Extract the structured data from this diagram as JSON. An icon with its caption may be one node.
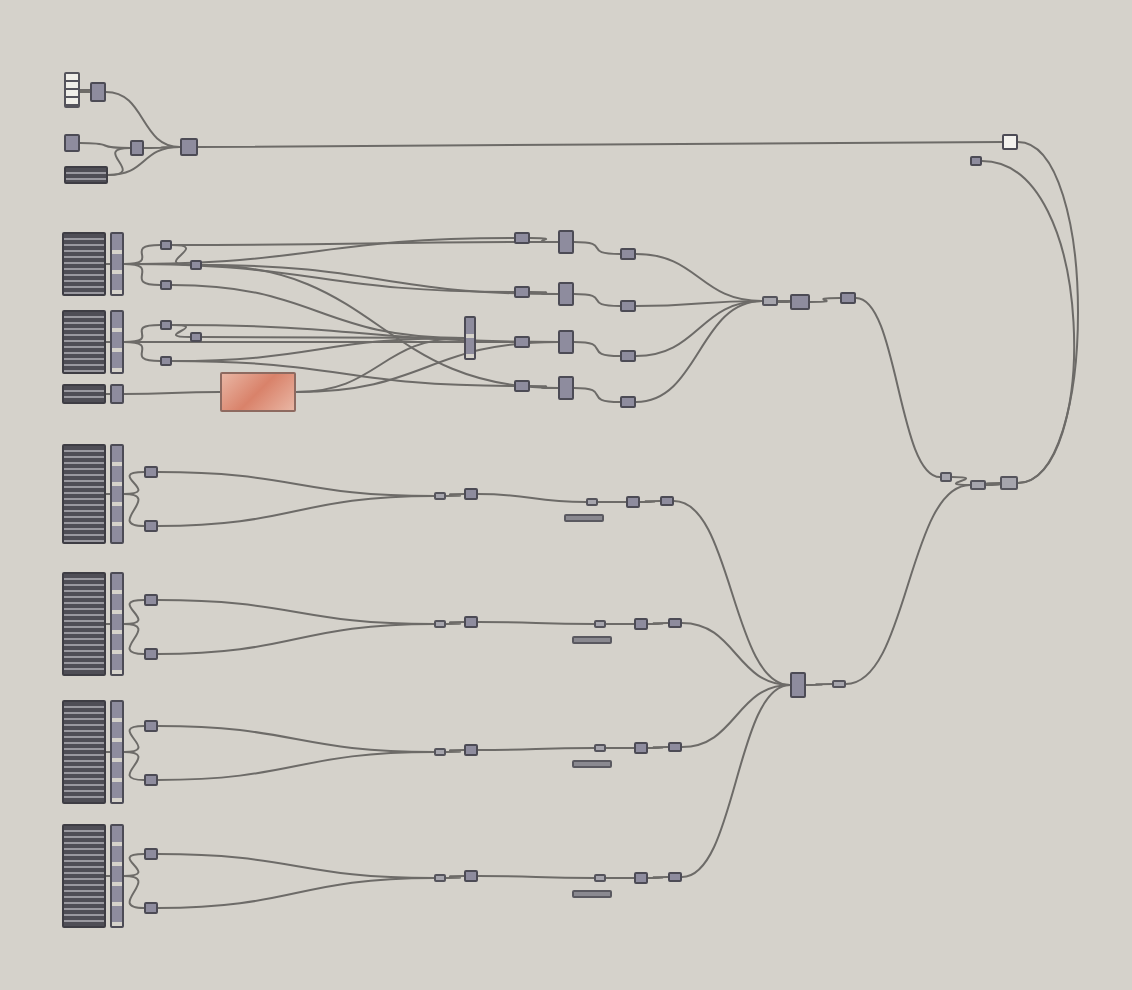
{
  "diagram": {
    "nodes": [
      {
        "text": [],
        "shape": "box"
      },
      {
        "text": [],
        "shape": "box"
      },
      {
        "text": [],
        "shape": "box"
      },
      {
        "text": [],
        "shape": "box"
      },
      {
        "text": [],
        "shape": "box"
      },
      {
        "text": [],
        "shape": "box"
      },
      {
        "text": [],
        "shape": "box"
      },
      {
        "text": [],
        "shape": "box"
      },
      {
        "text": [],
        "shape": "box"
      },
      {
        "text": [],
        "shape": "box"
      },
      {
        "text": [],
        "shape": "box"
      },
      {
        "text": [],
        "shape": "box"
      },
      {
        "text": [],
        "shape": "box"
      },
      {
        "text": [],
        "shape": "box"
      },
      {
        "text": [],
        "shape": "box"
      },
      {
        "text": [],
        "shape": "box"
      },
      {
        "text": [],
        "shape": "box"
      },
      {
        "text": [],
        "shape": "box"
      },
      {
        "text": [],
        "shape": "box"
      },
      {
        "text": [],
        "shape": "box"
      },
      {
        "text": [],
        "shape": "box"
      },
      {
        "text": [],
        "shape": "box"
      },
      {
        "text": [],
        "shape": "box"
      },
      {
        "text": [],
        "shape": "box"
      },
      {
        "text": [],
        "shape": "box"
      },
      {
        "text": [],
        "shape": "box"
      },
      {
        "text": [],
        "shape": "box"
      },
      {
        "text": [],
        "shape": "box"
      },
      {
        "text": [],
        "shape": "box"
      },
      {
        "text": [],
        "shape": "box"
      },
      {
        "text": [],
        "shape": "box"
      },
      {
        "text": [],
        "shape": "box"
      },
      {
        "text": [],
        "shape": "box"
      },
      {
        "text": [],
        "shape": "box"
      },
      {
        "text": [],
        "shape": "box"
      },
      {
        "text": [],
        "shape": "box"
      },
      {
        "text": [],
        "shape": "box"
      },
      {
        "text": [],
        "shape": "box"
      },
      {
        "text": [],
        "shape": "box"
      },
      {
        "text": [],
        "shape": "box"
      },
      {
        "text": [],
        "shape": "box"
      },
      {
        "text": [],
        "shape": "box"
      },
      {
        "text": [],
        "shape": "box"
      },
      {
        "text": [],
        "shape": "box"
      },
      {
        "text": [],
        "shape": "box"
      },
      {
        "text": [],
        "shape": "box"
      },
      {
        "text": [],
        "shape": "box"
      },
      {
        "text": [],
        "shape": "box"
      },
      {
        "text": [],
        "shape": "box"
      },
      {
        "text": [],
        "shape": "box"
      },
      {
        "text": [],
        "shape": "box"
      },
      {
        "text": [],
        "shape": "box"
      },
      {
        "text": [],
        "shape": "box"
      },
      {
        "text": [],
        "shape": "box"
      },
      {
        "text": [],
        "shape": "box"
      },
      {
        "text": [],
        "shape": "box"
      },
      {
        "text": [],
        "shape": "box"
      },
      {
        "text": [],
        "shape": "box"
      },
      {
        "text": [],
        "shape": "box"
      },
      {
        "text": [],
        "shape": "box"
      },
      {
        "text": [],
        "shape": "box"
      },
      {
        "text": [],
        "shape": "box"
      },
      {
        "text": [],
        "shape": "box"
      },
      {
        "text": [],
        "shape": "box"
      },
      {
        "text": [],
        "shape": "box"
      },
      {
        "text": [],
        "shape": "box"
      },
      {
        "text": [],
        "shape": "box"
      },
      {
        "text": [],
        "shape": "box"
      },
      {
        "text": [],
        "shape": "box"
      },
      {
        "text": [],
        "shape": "box"
      },
      {
        "text": [],
        "shape": "box"
      },
      {
        "text": [],
        "shape": "box"
      },
      {
        "text": [],
        "shape": "box"
      },
      {
        "text": [],
        "shape": "box"
      },
      {
        "text": [],
        "shape": "box"
      },
      {
        "text": [],
        "shape": "box"
      },
      {
        "text": [],
        "shape": "box"
      },
      {
        "text": [],
        "shape": "box"
      },
      {
        "text": [],
        "shape": "box"
      },
      {
        "text": [],
        "shape": "box"
      },
      {
        "text": [],
        "shape": "box"
      },
      {
        "text": [],
        "shape": "box"
      }
    ],
    "edges": [
      {
        "from": 0,
        "to": 1,
        "arrow": "none"
      },
      {
        "from": 1,
        "to": 5,
        "arrow": "none"
      },
      {
        "from": 2,
        "to": 4,
        "arrow": "none"
      },
      {
        "from": 3,
        "to": 4,
        "arrow": "none"
      },
      {
        "from": 3,
        "to": 5,
        "arrow": "none"
      },
      {
        "from": 4,
        "to": 5,
        "arrow": "none"
      },
      {
        "from": 5,
        "to": 6,
        "arrow": "none"
      },
      {
        "from": 8,
        "to": 11,
        "arrow": "none"
      },
      {
        "from": 9,
        "to": 12,
        "arrow": "none"
      },
      {
        "from": 10,
        "to": 13,
        "arrow": "none"
      },
      {
        "from": 11,
        "to": 14,
        "arrow": "none"
      },
      {
        "from": 11,
        "to": 15,
        "arrow": "none"
      },
      {
        "from": 12,
        "to": 16,
        "arrow": "none"
      },
      {
        "from": 12,
        "to": 17,
        "arrow": "none"
      },
      {
        "from": 13,
        "to": 20,
        "arrow": "none"
      },
      {
        "from": 14,
        "to": 18,
        "arrow": "none"
      },
      {
        "from": 16,
        "to": 19,
        "arrow": "none"
      },
      {
        "from": 11,
        "to": 22,
        "arrow": "none"
      },
      {
        "from": 11,
        "to": 25,
        "arrow": "none"
      },
      {
        "from": 18,
        "to": 26,
        "arrow": "none"
      },
      {
        "from": 15,
        "to": 21,
        "arrow": "none"
      },
      {
        "from": 19,
        "to": 21,
        "arrow": "none"
      },
      {
        "from": 12,
        "to": 28,
        "arrow": "none"
      },
      {
        "from": 17,
        "to": 31,
        "arrow": "none"
      },
      {
        "from": 20,
        "to": 29,
        "arrow": "none"
      },
      {
        "from": 20,
        "to": 21,
        "arrow": "none"
      },
      {
        "from": 18,
        "to": 32,
        "arrow": "none"
      },
      {
        "from": 16,
        "to": 29,
        "arrow": "none"
      },
      {
        "from": 14,
        "to": 23,
        "arrow": "none"
      },
      {
        "from": 17,
        "to": 21,
        "arrow": "none"
      },
      {
        "from": 22,
        "to": 23,
        "arrow": "none"
      },
      {
        "from": 23,
        "to": 24,
        "arrow": "none"
      },
      {
        "from": 25,
        "to": 26,
        "arrow": "none"
      },
      {
        "from": 26,
        "to": 27,
        "arrow": "none"
      },
      {
        "from": 28,
        "to": 29,
        "arrow": "none"
      },
      {
        "from": 29,
        "to": 30,
        "arrow": "none"
      },
      {
        "from": 31,
        "to": 32,
        "arrow": "none"
      },
      {
        "from": 32,
        "to": 33,
        "arrow": "none"
      },
      {
        "from": 24,
        "to": 34,
        "arrow": "none"
      },
      {
        "from": 27,
        "to": 34,
        "arrow": "none"
      },
      {
        "from": 30,
        "to": 34,
        "arrow": "none"
      },
      {
        "from": 33,
        "to": 34,
        "arrow": "none"
      },
      {
        "from": 34,
        "to": 35,
        "arrow": "none"
      },
      {
        "from": 35,
        "to": 36,
        "arrow": "none"
      },
      {
        "from": 36,
        "to": 37,
        "arrow": "none"
      },
      {
        "from": 37,
        "to": 38,
        "arrow": "none"
      },
      {
        "from": 38,
        "to": 39,
        "arrow": "none"
      },
      {
        "from": 39,
        "to": 6,
        "arrow": "none"
      },
      {
        "from": 39,
        "to": 7,
        "arrow": "none"
      },
      {
        "from": 40,
        "to": 41,
        "arrow": "none"
      },
      {
        "from": 41,
        "to": 42,
        "arrow": "none"
      },
      {
        "from": 41,
        "to": 43,
        "arrow": "none"
      },
      {
        "from": 42,
        "to": 44,
        "arrow": "none"
      },
      {
        "from": 43,
        "to": 44,
        "arrow": "none"
      },
      {
        "from": 44,
        "to": 45,
        "arrow": "none"
      },
      {
        "from": 45,
        "to": 46,
        "arrow": "none"
      },
      {
        "from": 46,
        "to": 47,
        "arrow": "none"
      },
      {
        "from": 47,
        "to": 48,
        "arrow": "none"
      },
      {
        "from": 48,
        "to": 80,
        "arrow": "none"
      },
      {
        "from": 50,
        "to": 51,
        "arrow": "none"
      },
      {
        "from": 51,
        "to": 52,
        "arrow": "none"
      },
      {
        "from": 51,
        "to": 53,
        "arrow": "none"
      },
      {
        "from": 52,
        "to": 54,
        "arrow": "none"
      },
      {
        "from": 53,
        "to": 54,
        "arrow": "none"
      },
      {
        "from": 54,
        "to": 55,
        "arrow": "none"
      },
      {
        "from": 55,
        "to": 56,
        "arrow": "none"
      },
      {
        "from": 56,
        "to": 57,
        "arrow": "none"
      },
      {
        "from": 57,
        "to": 58,
        "arrow": "none"
      },
      {
        "from": 58,
        "to": 80,
        "arrow": "none"
      },
      {
        "from": 60,
        "to": 61,
        "arrow": "none"
      },
      {
        "from": 61,
        "to": 62,
        "arrow": "none"
      },
      {
        "from": 61,
        "to": 63,
        "arrow": "none"
      },
      {
        "from": 62,
        "to": 64,
        "arrow": "none"
      },
      {
        "from": 63,
        "to": 64,
        "arrow": "none"
      },
      {
        "from": 64,
        "to": 65,
        "arrow": "none"
      },
      {
        "from": 65,
        "to": 66,
        "arrow": "none"
      },
      {
        "from": 66,
        "to": 67,
        "arrow": "none"
      },
      {
        "from": 67,
        "to": 68,
        "arrow": "none"
      },
      {
        "from": 68,
        "to": 80,
        "arrow": "none"
      },
      {
        "from": 70,
        "to": 71,
        "arrow": "none"
      },
      {
        "from": 71,
        "to": 72,
        "arrow": "none"
      },
      {
        "from": 71,
        "to": 73,
        "arrow": "none"
      },
      {
        "from": 72,
        "to": 74,
        "arrow": "none"
      },
      {
        "from": 73,
        "to": 74,
        "arrow": "none"
      },
      {
        "from": 74,
        "to": 75,
        "arrow": "none"
      },
      {
        "from": 75,
        "to": 76,
        "arrow": "none"
      },
      {
        "from": 76,
        "to": 77,
        "arrow": "none"
      },
      {
        "from": 77,
        "to": 78,
        "arrow": "none"
      },
      {
        "from": 78,
        "to": 80,
        "arrow": "none"
      },
      {
        "from": 80,
        "to": 81,
        "arrow": "none"
      },
      {
        "from": 81,
        "to": 38,
        "arrow": "none"
      }
    ]
  }
}
